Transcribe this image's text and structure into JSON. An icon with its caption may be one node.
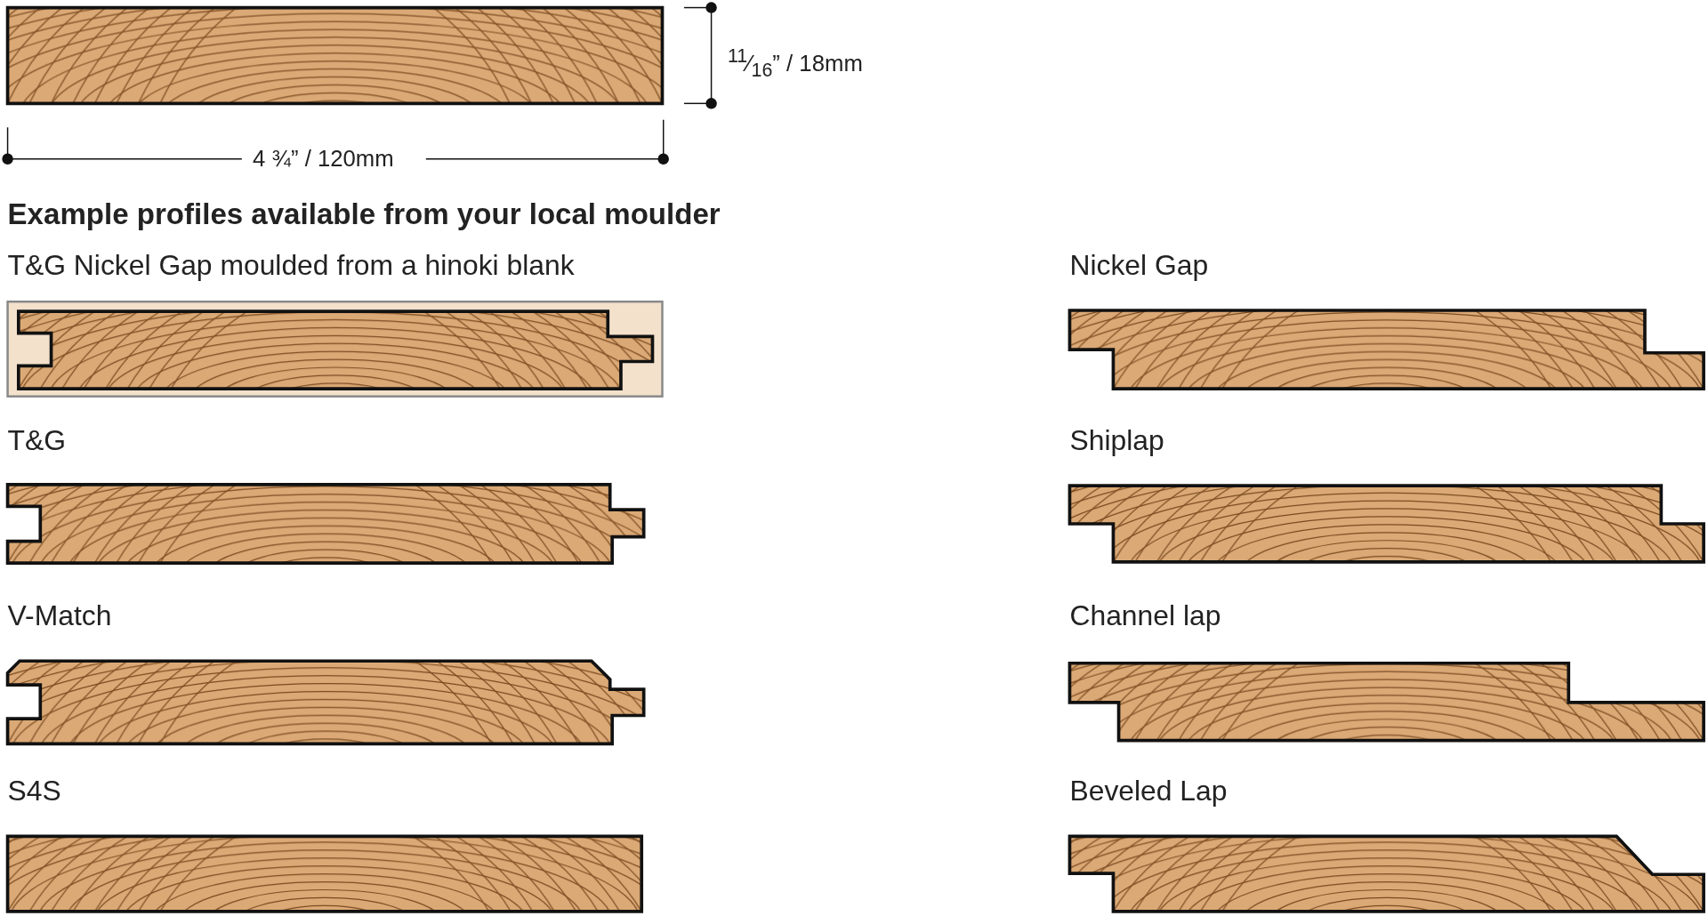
{
  "diagram": {
    "title": "Example profiles available from your local moulder",
    "nodes": [
      {
        "text": [],
        "shape": "box"
      },
      {
        "text": [
          "T&G Nickel Gap moulded from a hinoki blank"
        ]
      },
      {
        "text": [
          "Nickel Gap"
        ]
      },
      {
        "text": [
          "T&G"
        ]
      },
      {
        "text": [
          "Shiplap"
        ]
      },
      {
        "text": [
          "V-Match"
        ]
      },
      {
        "text": [
          "Channel lap"
        ]
      },
      {
        "text": [
          "S4S"
        ]
      },
      {
        "text": [
          "Beveled Lap"
        ]
      }
    ],
    "edges": [],
    "labels": [
      "$^{11}$⁄$_{16}$” / 18mm",
      "4 ¾” / 120mm"
    ]
  }
}
